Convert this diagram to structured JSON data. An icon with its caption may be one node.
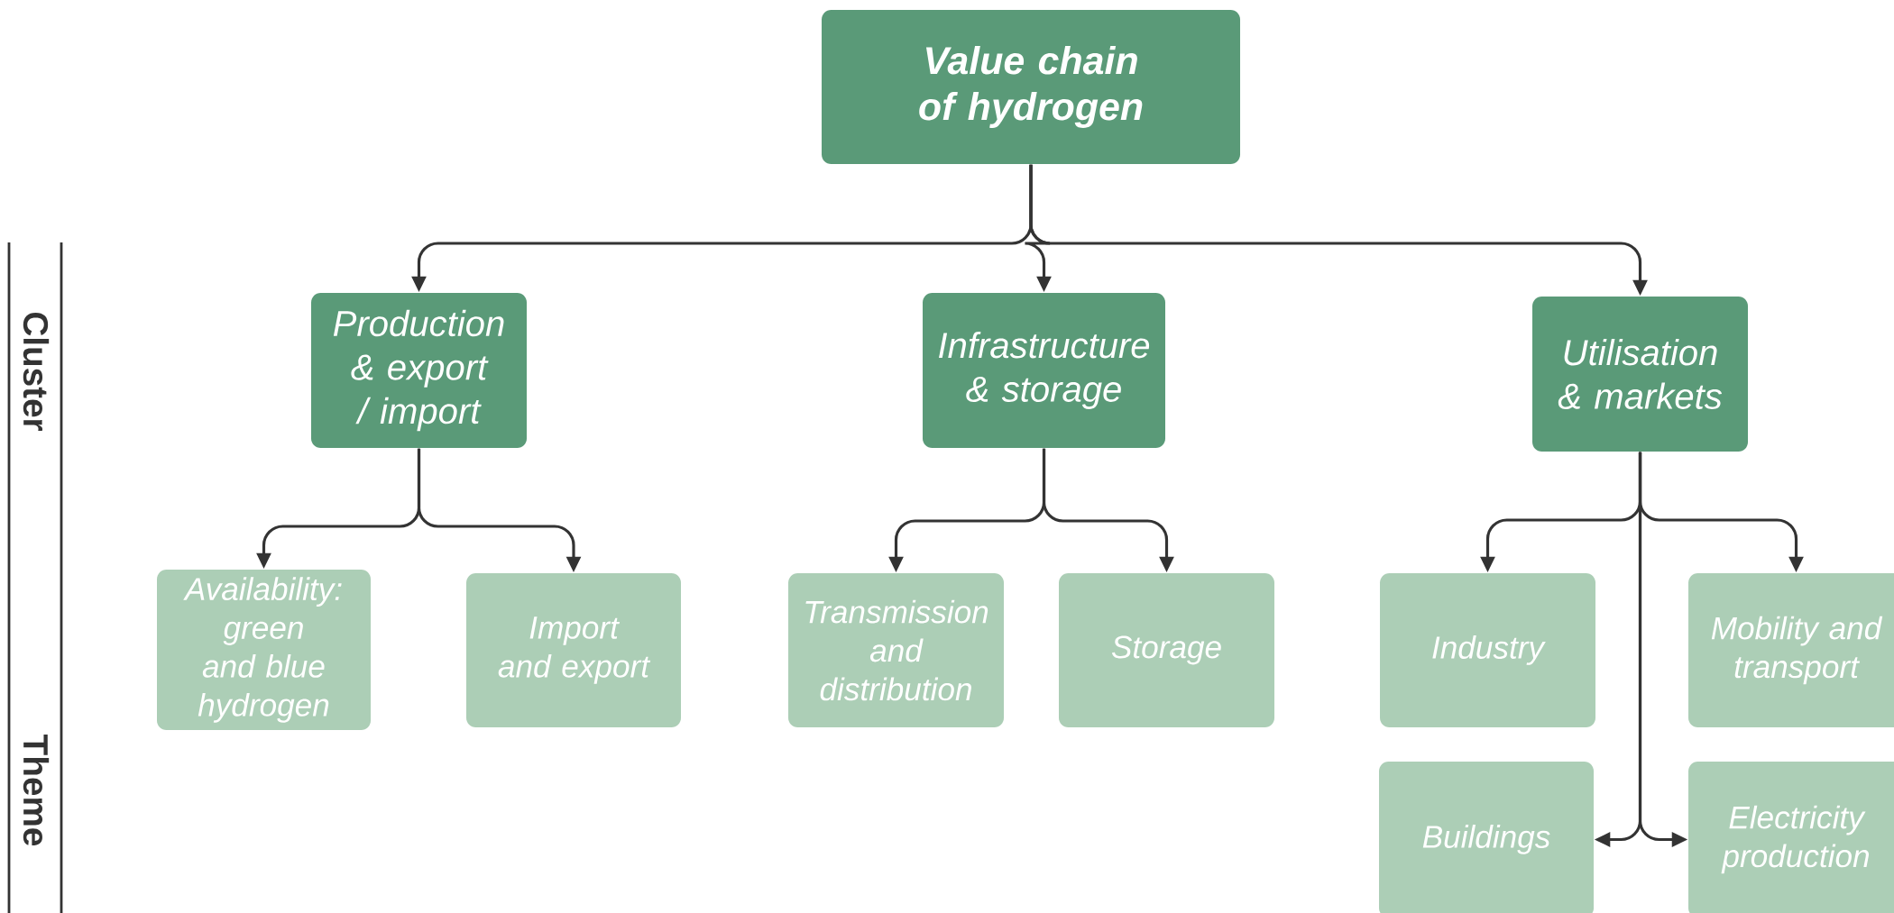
{
  "diagram": {
    "nodes": [
      {
        "text": [
          "Value chain of hydrogen"
        ]
      },
      {
        "text": [
          "Production & export / import"
        ]
      },
      {
        "text": [
          "Infrastructure & storage"
        ]
      },
      {
        "text": [
          "Utilisation & markets"
        ]
      },
      {
        "text": [
          "Availability: green and blue hydrogen"
        ]
      },
      {
        "text": [
          "Import and export"
        ]
      },
      {
        "text": [
          "Transmission and distribution"
        ]
      },
      {
        "text": [
          "Storage"
        ]
      },
      {
        "text": [
          "Industry"
        ]
      },
      {
        "text": [
          "Mobility and transport"
        ]
      },
      {
        "text": [
          "Buildings"
        ]
      },
      {
        "text": [
          "Electricity production"
        ]
      }
    ],
    "edges": [
      {
        "from": 0,
        "to": 1,
        "arrow": "to"
      },
      {
        "from": 0,
        "to": 2,
        "arrow": "to"
      },
      {
        "from": 0,
        "to": 3,
        "arrow": "to"
      },
      {
        "from": 1,
        "to": 4,
        "arrow": "to"
      },
      {
        "from": 1,
        "to": 5,
        "arrow": "to"
      },
      {
        "from": 2,
        "to": 6,
        "arrow": "to"
      },
      {
        "from": 2,
        "to": 7,
        "arrow": "to"
      },
      {
        "from": 3,
        "to": 8,
        "arrow": "to"
      },
      {
        "from": 3,
        "to": 9,
        "arrow": "to"
      },
      {
        "from": 3,
        "to": 10,
        "arrow": "to"
      },
      {
        "from": 3,
        "to": 11,
        "arrow": "to"
      }
    ],
    "labels": [
      "Cluster",
      "Theme"
    ]
  }
}
